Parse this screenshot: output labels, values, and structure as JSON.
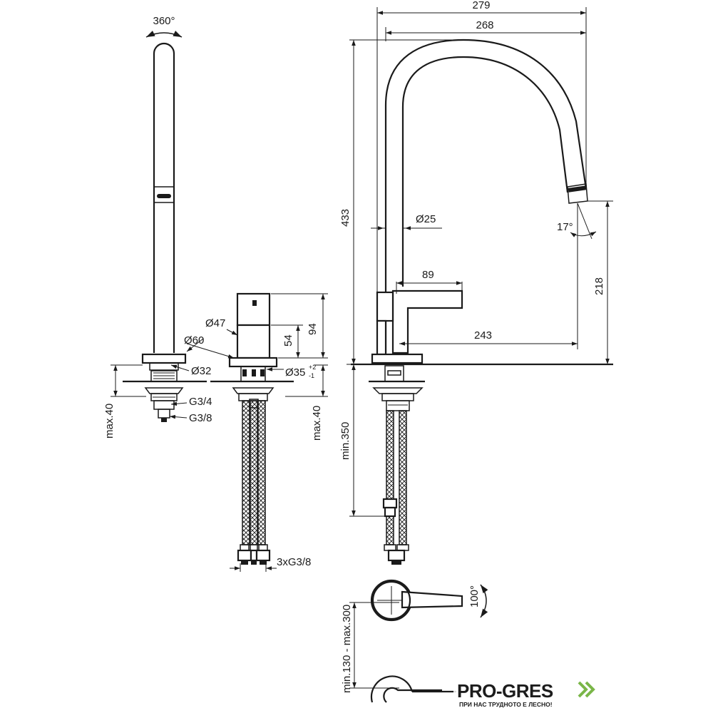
{
  "dimensions": {
    "rotation_spout": "360°",
    "width_total": "279",
    "width_spout": "268",
    "height_total": "433",
    "dia_spout": "Ø25",
    "angle_aerator": "17°",
    "handle_length": "89",
    "spout_reach": "243",
    "outlet_height": "218",
    "dia_47": "Ø47",
    "dia_60": "Ø60",
    "dia_32": "Ø32",
    "dia_35": "Ø35",
    "dia_35_tol_plus": "+2",
    "dia_35_tol_minus": "-1",
    "valve_height": "94",
    "valve_inner": "54",
    "thread_g34": "G3/4",
    "thread_g38": "G3/8",
    "max_deck_left": "max.40",
    "max_deck_mid": "max.40",
    "hose_min": "min.350",
    "hose_threads": "3xG3/8",
    "lever_angle": "100°",
    "spacing": "min.130 - max.300"
  },
  "logo": {
    "name": "PRO-GRES",
    "tagline": "ПРИ НАС ТРУДНОТО Е ЛЕСНО!",
    "accent": "#7ab648"
  }
}
